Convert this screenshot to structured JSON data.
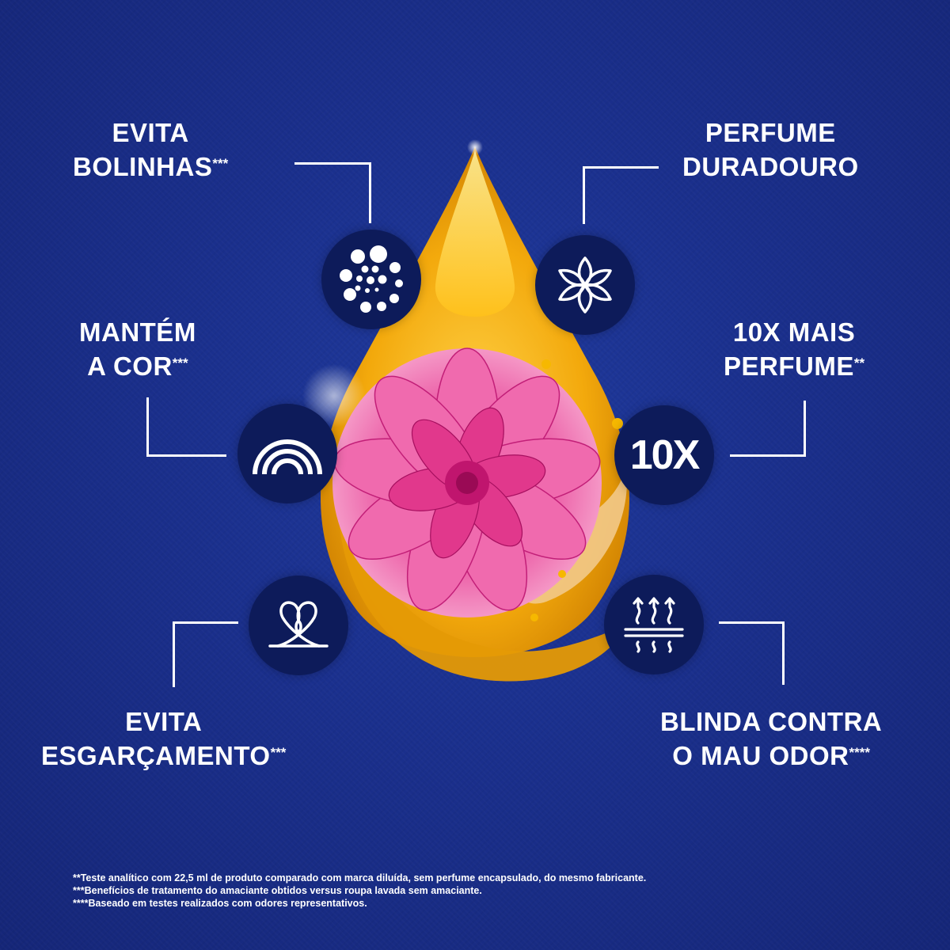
{
  "background_color": "#1a2f8c",
  "icon_circle_color": "#0d1b5a",
  "accent_gold": "#f0a800",
  "flower_pink": "#e8489a",
  "benefits": [
    {
      "id": "evita-bolinhas",
      "line1": "EVITA",
      "line2": "BOLINHAS",
      "mark": "***",
      "icon": "pilling-dots-icon"
    },
    {
      "id": "perfume-duradouro",
      "line1": "PERFUME",
      "line2": "DURADOURO",
      "mark": "",
      "icon": "flower-outline-icon"
    },
    {
      "id": "mantem-a-cor",
      "line1": "MANTÉM",
      "line2": "A COR",
      "mark": "***",
      "icon": "rainbow-arcs-icon"
    },
    {
      "id": "10x-mais-perfume",
      "line1": "10X MAIS",
      "line2": "PERFUME",
      "mark": "**",
      "icon": "10x-badge-icon",
      "icon_text": "10X"
    },
    {
      "id": "evita-esgarcamento",
      "line1": "EVITA",
      "line2": "ESGARÇAMENTO",
      "mark": "***",
      "icon": "thread-heart-icon"
    },
    {
      "id": "blinda-contra-mau-odor",
      "line1": "BLINDA CONTRA",
      "line2": "O MAU ODOR",
      "mark": "****",
      "icon": "odor-shield-icon"
    }
  ],
  "footnotes": [
    "**Teste analítico com 22,5 ml de produto comparado com marca diluída, sem perfume encapsulado, do mesmo fabricante.",
    "***Benefícios de tratamento do amaciante obtidos versus roupa lavada sem amaciante.",
    "****Baseado em testes realizados com odores representativos."
  ]
}
